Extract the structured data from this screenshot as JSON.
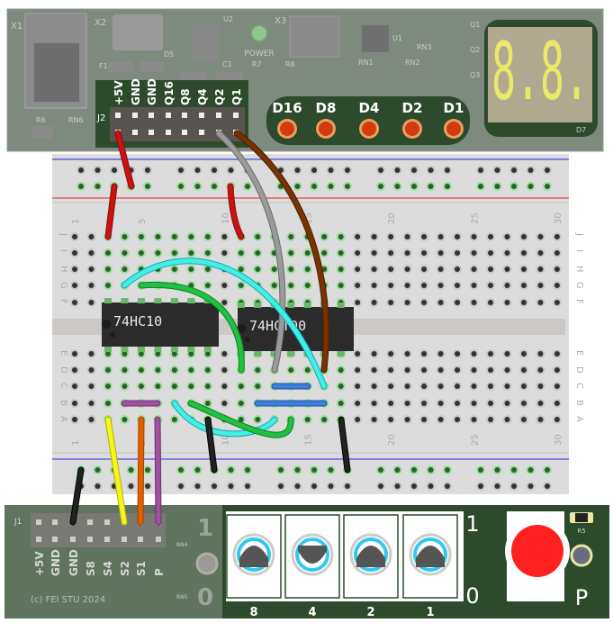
{
  "top_board": {
    "header_label": "J2",
    "header_pins": [
      "+5V",
      "GND",
      "GND",
      "Q16",
      "Q8",
      "Q4",
      "Q2",
      "Q1"
    ],
    "leds": [
      {
        "label": "D16",
        "color": "#d23a10"
      },
      {
        "label": "D8",
        "color": "#d23a10"
      },
      {
        "label": "D4",
        "color": "#d23a10"
      },
      {
        "label": "D2",
        "color": "#d23a10"
      },
      {
        "label": "D1",
        "color": "#d23a10"
      }
    ],
    "display": {
      "label": "D7",
      "digits": "8.8.",
      "segment_color": "#e8e86a"
    },
    "power_label": "POWER",
    "component_labels": [
      "X1",
      "X2",
      "U2",
      "X3",
      "U1",
      "RN3",
      "D5",
      "F1",
      "C1",
      "R7",
      "R8",
      "RN1",
      "RN2",
      "Q1",
      "Q2",
      "Q3",
      "R6",
      "RN6"
    ]
  },
  "breadboard": {
    "column_numbers": [
      "1",
      "5",
      "10",
      "15",
      "20",
      "25",
      "30"
    ],
    "row_letters": [
      "J",
      "I",
      "H",
      "G",
      "F",
      "E",
      "D",
      "C",
      "B",
      "A"
    ],
    "chips": [
      {
        "label": "74HC10"
      },
      {
        "label": "74HCT00"
      }
    ]
  },
  "bottom_board": {
    "header_label": "J1",
    "header_pins": [
      "+5V",
      "GND",
      "GND",
      "S8",
      "S4",
      "S2",
      "S1",
      "P"
    ],
    "switches": [
      {
        "label": "8",
        "state": 0
      },
      {
        "label": "4",
        "state": 1
      },
      {
        "label": "2",
        "state": 0
      },
      {
        "label": "1",
        "state": 0
      }
    ],
    "on_label": "1",
    "off_label": "0",
    "button_label": "P",
    "button_color": "#ff2020",
    "faded_on_label": "1",
    "faded_off_label": "0",
    "component_labels": [
      "R5",
      "RN4",
      "RN5"
    ],
    "copyright": "(c) FEI STU 2024"
  }
}
